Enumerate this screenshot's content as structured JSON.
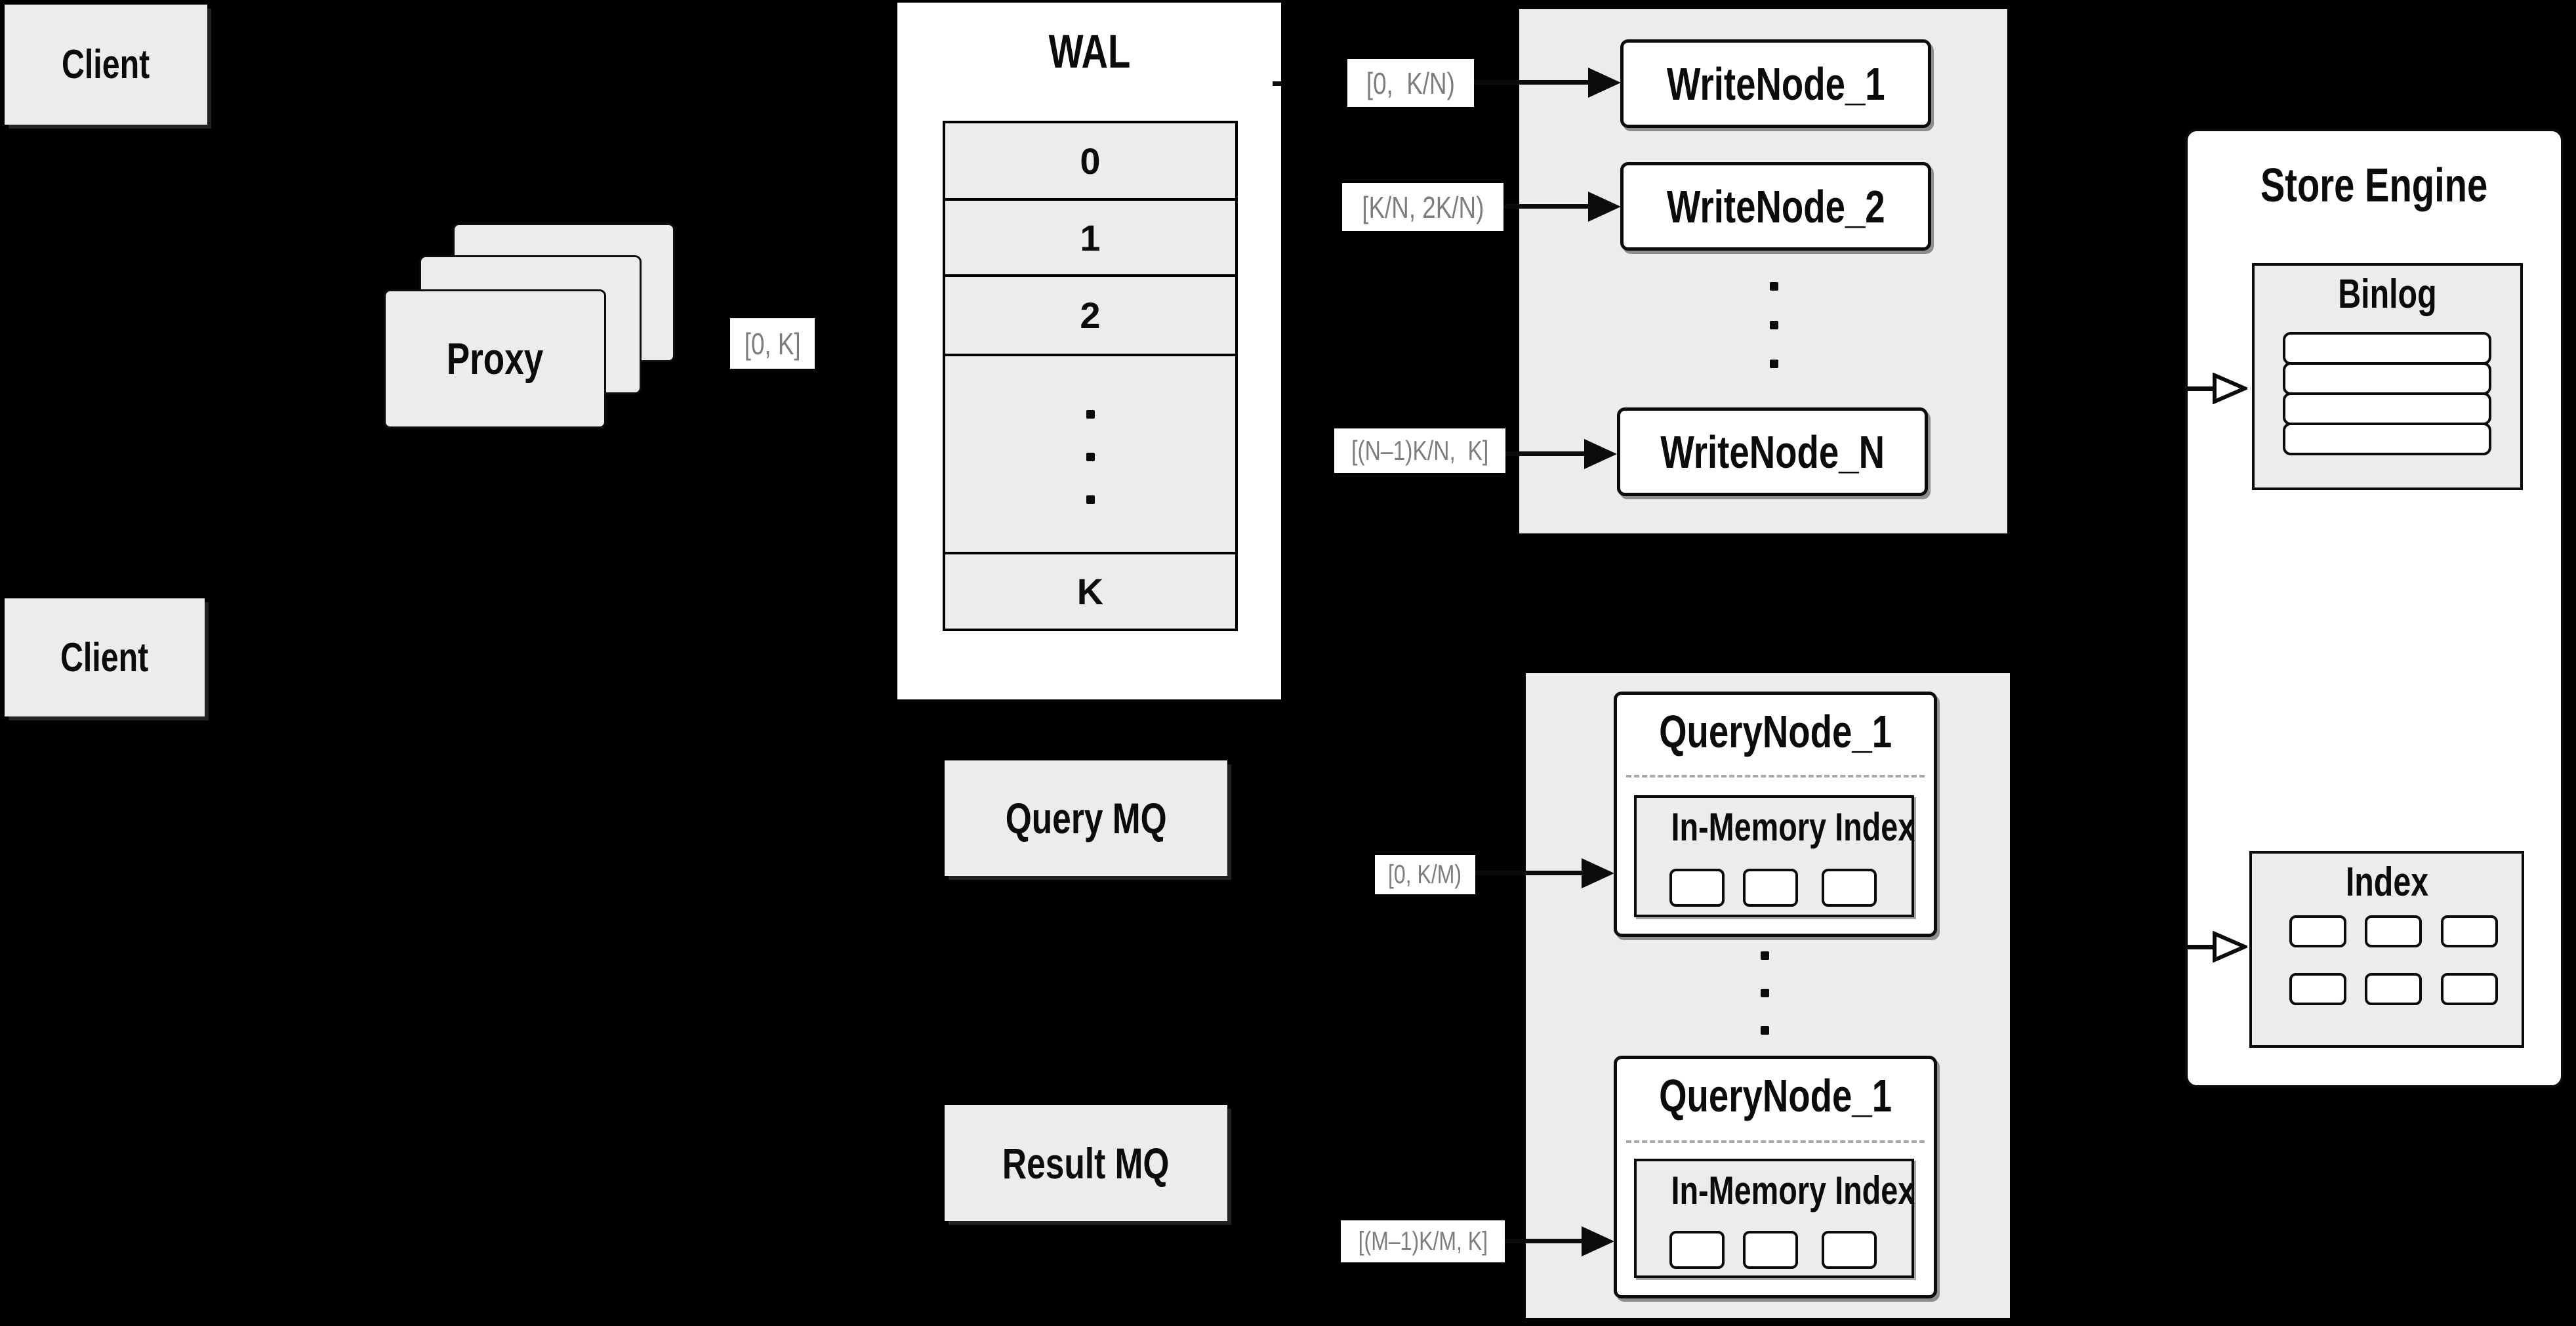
{
  "palette": {
    "background": "#000000",
    "panel_fill": "#ececec",
    "node_fill": "#ffffff",
    "line_color": "#0b0b0b",
    "range_text_color": "#7d7d7d",
    "dashed_divider_color": "#a8a8a8"
  },
  "clients": {
    "top_label": "Client",
    "bottom_label": "Client"
  },
  "proxy": {
    "label": "Proxy",
    "range_label": "[0, K]"
  },
  "wal": {
    "title": "WAL",
    "segments": [
      "0",
      "1",
      "2"
    ],
    "last_segment": "K"
  },
  "write": {
    "node_labels": [
      "WriteNode_1",
      "WriteNode_2",
      "WriteNode_N"
    ],
    "range_labels": [
      "[0,  K/N)",
      "[K/N, 2K/N)",
      "[(N–1)K/N,  K]"
    ]
  },
  "mq": {
    "query_label": "Query MQ",
    "result_label": "Result MQ"
  },
  "query": {
    "node_titles": [
      "QueryNode_1",
      "QueryNode_1"
    ],
    "index_label": "In-Memory Index",
    "range_labels": [
      "[0, K/M)",
      "[(M–1)K/M, K]"
    ]
  },
  "store": {
    "title": "Store Engine",
    "binlog_label": "Binlog",
    "index_label": "Index"
  }
}
